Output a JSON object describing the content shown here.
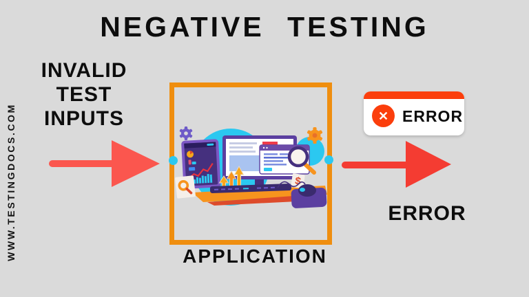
{
  "watermark": {
    "text": "WWW.TESTINGDOCS.COM"
  },
  "title": {
    "text": "NEGATIVE TESTING"
  },
  "flow": {
    "input": {
      "lines": [
        "INVALID",
        "TEST",
        "INPUTS"
      ]
    },
    "application": {
      "label": "APPLICATION"
    },
    "error_badge": {
      "label": "ERROR"
    },
    "error_output": {
      "label": "ERROR"
    }
  },
  "icons": {
    "error_x": "✕"
  },
  "colors": {
    "background": "#DADADA",
    "text": "#0D0D0D",
    "arrow_left": "#FB564E",
    "arrow_right": "#F43C32",
    "application_box_border": "#EF8E0F",
    "error_accent": "#FB3E0C",
    "connector_dot": "#2BC8F0"
  }
}
